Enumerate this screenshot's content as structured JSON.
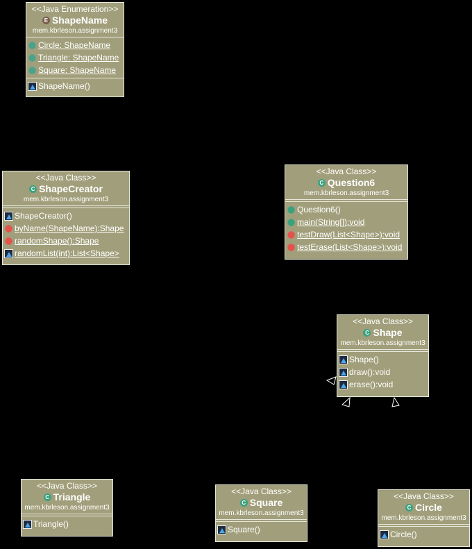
{
  "classes": {
    "shapename": {
      "stereotype": "<<Java Enumeration>>",
      "name": "ShapeName",
      "package": "mem.kbrleson.assignment3",
      "fields": [
        "Circle: ShapeName",
        "Triangle: ShapeName",
        "Square: ShapeName"
      ],
      "methods": [
        "ShapeName()"
      ]
    },
    "shapecreator": {
      "stereotype": "<<Java Class>>",
      "name": "ShapeCreator",
      "package": "mem.kbrleson.assignment3",
      "methods": [
        "ShapeCreator()",
        "byName(ShapeName):Shape",
        "randomShape():Shape",
        "randomList(int):List<Shape>"
      ]
    },
    "question6": {
      "stereotype": "<<Java Class>>",
      "name": "Question6",
      "package": "mem.kbrleson.assignment3",
      "methods": [
        "Question6()",
        "main(String[]):void",
        "testDraw(List<Shape>):void",
        "testErase(List<Shape>):void"
      ]
    },
    "shape": {
      "stereotype": "<<Java Class>>",
      "name": "Shape",
      "package": "mem.kbrleson.assignment3",
      "methods": [
        "Shape()",
        "draw():void",
        "erase():void"
      ]
    },
    "triangle": {
      "stereotype": "<<Java Class>>",
      "name": "Triangle",
      "package": "mem.kbrleson.assignment3",
      "methods": [
        "Triangle()"
      ]
    },
    "square": {
      "stereotype": "<<Java Class>>",
      "name": "Square",
      "package": "mem.kbrleson.assignment3",
      "methods": [
        "Square()"
      ]
    },
    "circle": {
      "stereotype": "<<Java Class>>",
      "name": "Circle",
      "package": "mem.kbrleson.assignment3",
      "methods": [
        "Circle()"
      ]
    }
  },
  "icons": {
    "class": "C",
    "enum": "E",
    "static": "S"
  },
  "colors": {
    "background": "#000000",
    "box_fill": "#a19f7b",
    "box_border": "#e8e8dc"
  }
}
